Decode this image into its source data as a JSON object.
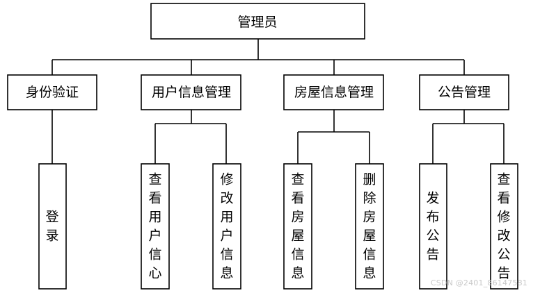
{
  "root": {
    "label": "管理员"
  },
  "modules": [
    {
      "label": "身份验证",
      "children": [
        "登录"
      ]
    },
    {
      "label": "用户信息管理",
      "children": [
        "查看用户信心",
        "修改用户信息"
      ]
    },
    {
      "label": "房屋信息管理",
      "children": [
        "查看房屋信息",
        "删除房屋信息"
      ]
    },
    {
      "label": "公告管理",
      "children": [
        "发布公告",
        "查看修改公告"
      ]
    }
  ],
  "watermark": "CSDN @2401_86147581"
}
